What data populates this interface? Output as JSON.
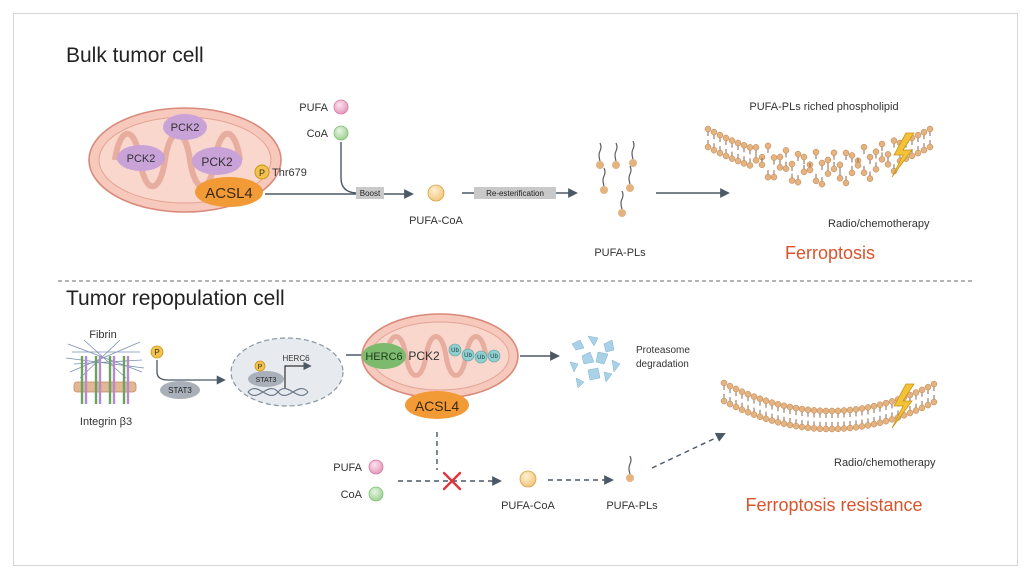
{
  "sections": {
    "top_title": "Bulk tumor cell",
    "bottom_title": "Tumor repopulation cell"
  },
  "top": {
    "pck2_labels": [
      "PCK2",
      "PCK2",
      "PCK2"
    ],
    "acsl4": "ACSL4",
    "phospho": "P",
    "thr": "Thr679",
    "pufa": "PUFA",
    "coa": "CoA",
    "boost": "Boost",
    "pufa_coa": "PUFA-CoA",
    "reester": "Re-esterification",
    "pufa_pls": "PUFA-PLs",
    "membrane_label": "PUFA-PLs riched phospholipid",
    "radio": "Radio/chemotherapy",
    "outcome": "Ferroptosis"
  },
  "bottom": {
    "fibrin": "Fibrin",
    "integrin": "Integrin β3",
    "phospho": "P",
    "stat3_a": "STAT3",
    "stat3_b": "STAT3",
    "herc6_gene": "HERC6",
    "herc6": "HERC6",
    "pck2": "PCK2",
    "ub": [
      "Ub",
      "Ub",
      "Ub",
      "Ub"
    ],
    "acsl4": "ACSL4",
    "proteasome": [
      "Proteasome",
      "degradation"
    ],
    "pufa": "PUFA",
    "coa": "CoA",
    "pufa_coa": "PUFA-CoA",
    "pufa_pls": "PUFA-PLs",
    "radio": "Radio/chemotherapy",
    "outcome": "Ferroptosis resistance"
  },
  "colors": {
    "outcome_red": "#d9542b",
    "mito_fill": "#f7c9bd",
    "mito_stroke": "#d98a7a",
    "pck2": "#c9a2d8",
    "acsl4": "#f29a36",
    "herc6": "#7cba6e",
    "pufa_dot": "#e9a6c4",
    "coa_dot": "#b5dcae",
    "ester_dot": "#f6d79b",
    "arrow": "#4b5866"
  }
}
